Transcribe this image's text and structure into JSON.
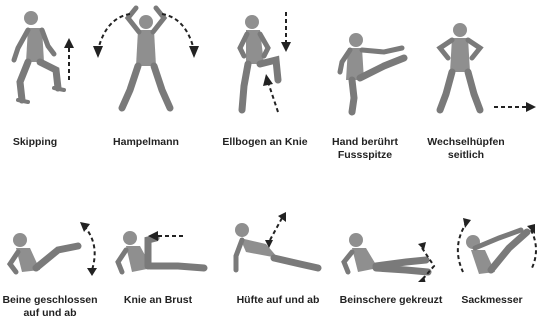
{
  "exercises": [
    {
      "label": "Skipping",
      "icon": "skipping-figure"
    },
    {
      "label": "Hampelmann",
      "icon": "jumping-jack-figure"
    },
    {
      "label": "Ellbogen an Knie",
      "icon": "elbow-to-knee-figure"
    },
    {
      "label": "Hand berührt\nFussspitze",
      "icon": "hand-to-toe-figure"
    },
    {
      "label": "Wechselhüpfen\nseitlich",
      "icon": "side-hop-figure"
    },
    {
      "label": "Beine geschlossen\nauf und ab",
      "icon": "leg-raise-figure"
    },
    {
      "label": "Knie an Brust",
      "icon": "knee-to-chest-figure"
    },
    {
      "label": "Hüfte auf und ab",
      "icon": "hip-lift-figure"
    },
    {
      "label": "Beinschere gekreuzt",
      "icon": "scissor-legs-figure"
    },
    {
      "label": "Sackmesser",
      "icon": "jackknife-figure"
    }
  ],
  "colors": {
    "body": "#8f8f8f",
    "dark": "#4a4a4a",
    "arrow": "#222222",
    "text": "#222222"
  }
}
